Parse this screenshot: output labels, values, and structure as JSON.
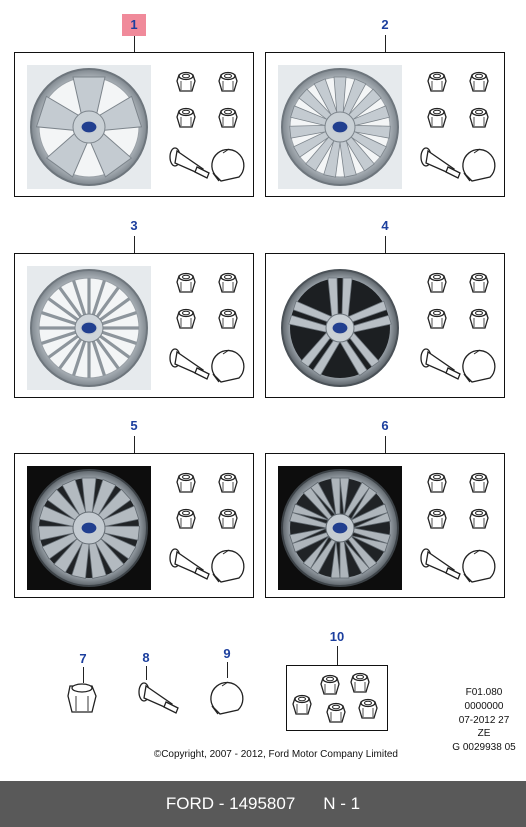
{
  "callouts": {
    "p1": "1",
    "p2": "2",
    "p3": "3",
    "p4": "4",
    "p5": "5",
    "p6": "6",
    "i7": "7",
    "i8": "8",
    "i9": "9",
    "i10": "10"
  },
  "colors": {
    "highlight": "#f08a9a",
    "callout_text": "#1c3f9e",
    "footer_bg": "#595959",
    "panel_border": "#111111"
  },
  "wheels": [
    {
      "callout": "1",
      "style": "5-spoke Y",
      "background": "light",
      "highlighted": true
    },
    {
      "callout": "2",
      "style": "15-spoke",
      "background": "light",
      "highlighted": false
    },
    {
      "callout": "3",
      "style": "multi-spoke turbine",
      "background": "light",
      "highlighted": false
    },
    {
      "callout": "4",
      "style": "5 split-spoke",
      "background": "light",
      "highlighted": false
    },
    {
      "callout": "5",
      "style": "15-spoke",
      "background": "dark",
      "highlighted": false
    },
    {
      "callout": "6",
      "style": "10-spoke",
      "background": "dark",
      "highlighted": false
    }
  ],
  "reference": {
    "line1": "F01.080",
    "line2": "0000000",
    "line3": "07-2012 27",
    "line4": "ZE",
    "line5": "G 0029938 05"
  },
  "copyright": "©Copyright, 2007 - 2012, Ford Motor Company Limited",
  "footer": {
    "part": "FORD - 1495807",
    "page": "N - 1"
  }
}
